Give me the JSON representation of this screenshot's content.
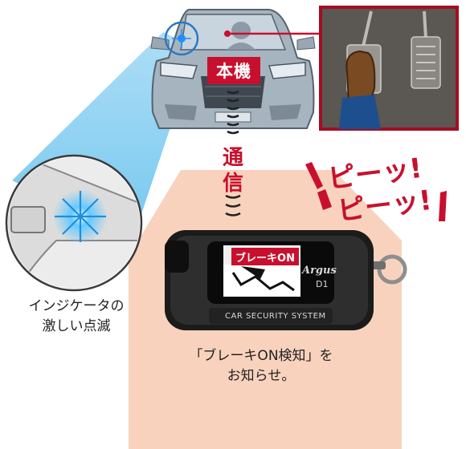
{
  "labels": {
    "main_unit": "本機",
    "communication": [
      "通",
      "信"
    ],
    "beep_line1": "ピーッ!",
    "beep_line2": "ピーッ!",
    "indicator_line1": "インジケータの",
    "indicator_line2": "激しい点滅",
    "notify_line1": "「ブレーキON検知」を",
    "notify_line2": "お知らせ。"
  },
  "remote": {
    "screen_label": "ブレーキON",
    "brand": "Argus",
    "model": "D1",
    "system_text": "CAR SECURITY SYSTEM"
  },
  "colors": {
    "accent_red": "#c8102e",
    "house_fill": "#f9d2bd",
    "beam_blue": "#8fd3f4",
    "car_gray": "#9aa7b3"
  }
}
